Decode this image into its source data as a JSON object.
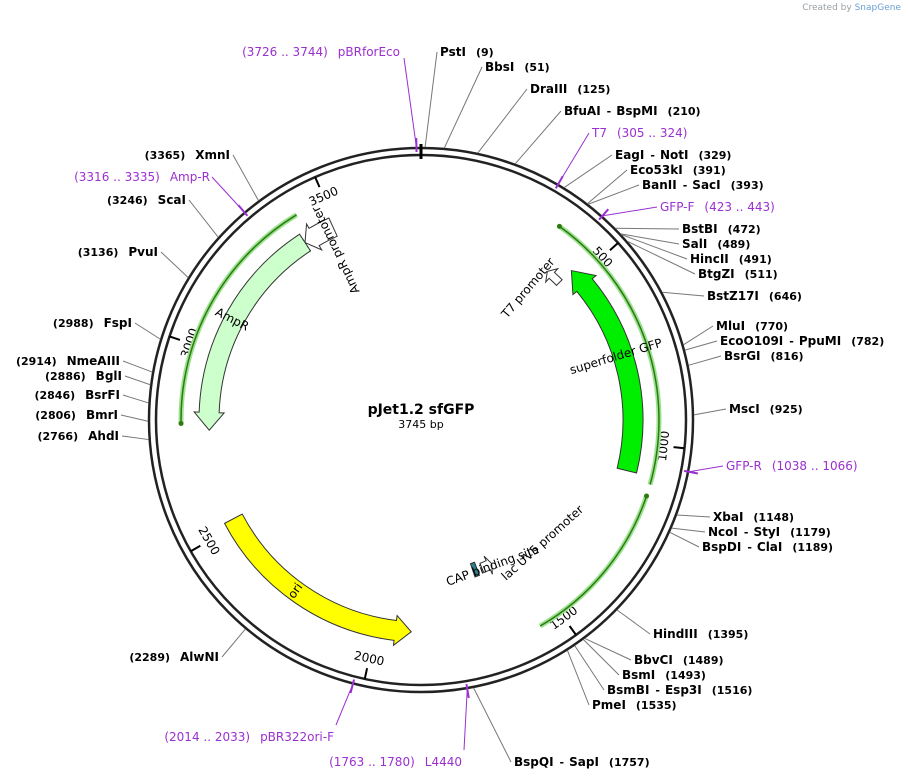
{
  "credit": {
    "prefix": "Created by",
    "brand": "SnapGene"
  },
  "plasmid": {
    "name": "pJet1.2 sfGFP",
    "length_label": "3745 bp"
  },
  "ticks": [
    "500",
    "1000",
    "1500",
    "2000",
    "2500",
    "3000",
    "3500"
  ],
  "features": [
    {
      "key": "sfgfp",
      "label": "superfolder GFP",
      "color": "#00ee00"
    },
    {
      "key": "ampr",
      "label": "AmpR",
      "color": "#ccffcc"
    },
    {
      "key": "ampr_promoter",
      "label": "AmpR promoter",
      "color": "#ffffff"
    },
    {
      "key": "ori",
      "label": "ori",
      "color": "#ffff00"
    },
    {
      "key": "t7_promoter",
      "label": "T7 promoter"
    },
    {
      "key": "lac_promoter",
      "label": "lac UV5 promoter"
    },
    {
      "key": "cap_site",
      "label": "CAP binding site",
      "color": "#2a7f8f"
    }
  ],
  "right_labels": [
    {
      "names": [
        "PstI"
      ],
      "pos": "(9)"
    },
    {
      "names": [
        "BbsI"
      ],
      "pos": "(51)"
    },
    {
      "names": [
        "DraIII"
      ],
      "pos": "(125)"
    },
    {
      "names": [
        "BfuAI",
        "BspMI"
      ],
      "pos": "(210)"
    },
    {
      "primer": "T7",
      "range": "(305 .. 324)"
    },
    {
      "names": [
        "EagI",
        "NotI"
      ],
      "pos": "(329)"
    },
    {
      "names": [
        "Eco53kI"
      ],
      "pos": "(391)"
    },
    {
      "names": [
        "BanII",
        "SacI"
      ],
      "pos": "(393)"
    },
    {
      "primer": "GFP-F",
      "range": "(423 .. 443)"
    },
    {
      "names": [
        "BstBI"
      ],
      "pos": "(472)"
    },
    {
      "names": [
        "SalI"
      ],
      "pos": "(489)"
    },
    {
      "names": [
        "HincII"
      ],
      "pos": "(491)"
    },
    {
      "names": [
        "BtgZI"
      ],
      "pos": "(511)"
    },
    {
      "names": [
        "BstZ17I"
      ],
      "pos": "(646)"
    },
    {
      "names": [
        "MluI"
      ],
      "pos": "(770)"
    },
    {
      "names": [
        "EcoO109I",
        "PpuMI"
      ],
      "pos": "(782)"
    },
    {
      "names": [
        "BsrGI"
      ],
      "pos": "(816)"
    },
    {
      "names": [
        "MscI"
      ],
      "pos": "(925)"
    },
    {
      "primer": "GFP-R",
      "range": "(1038 .. 1066)"
    },
    {
      "names": [
        "XbaI"
      ],
      "pos": "(1148)"
    },
    {
      "names": [
        "NcoI",
        "StyI"
      ],
      "pos": "(1179)"
    },
    {
      "names": [
        "BspDI",
        "ClaI"
      ],
      "pos": "(1189)"
    },
    {
      "names": [
        "HindIII"
      ],
      "pos": "(1395)"
    },
    {
      "names": [
        "BbvCI"
      ],
      "pos": "(1489)"
    },
    {
      "names": [
        "BsmI"
      ],
      "pos": "(1493)"
    },
    {
      "names": [
        "BsmBI",
        "Esp3I"
      ],
      "pos": "(1516)"
    },
    {
      "names": [
        "PmeI"
      ],
      "pos": "(1535)"
    },
    {
      "names": [
        "BspQI",
        "SapI"
      ],
      "pos": "(1757)"
    }
  ],
  "left_labels": [
    {
      "primer": "pBRforEco",
      "range": "(3726 .. 3744)"
    },
    {
      "names": [
        "XmnI"
      ],
      "pos": "(3365)"
    },
    {
      "primer": "Amp-R",
      "range": "(3316 .. 3335)"
    },
    {
      "names": [
        "ScaI"
      ],
      "pos": "(3246)"
    },
    {
      "names": [
        "PvuI"
      ],
      "pos": "(3136)"
    },
    {
      "names": [
        "FspI"
      ],
      "pos": "(2988)"
    },
    {
      "names": [
        "NmeAIII"
      ],
      "pos": "(2914)"
    },
    {
      "names": [
        "BglI"
      ],
      "pos": "(2886)"
    },
    {
      "names": [
        "BsrFI"
      ],
      "pos": "(2846)"
    },
    {
      "names": [
        "BmrI"
      ],
      "pos": "(2806)"
    },
    {
      "names": [
        "AhdI"
      ],
      "pos": "(2766)"
    },
    {
      "names": [
        "AlwNI"
      ],
      "pos": "(2289)"
    },
    {
      "primer": "pBR322ori-F",
      "range": "(2014 .. 2033)"
    },
    {
      "primer": "L4440",
      "range": "(1763 .. 1780)"
    }
  ]
}
